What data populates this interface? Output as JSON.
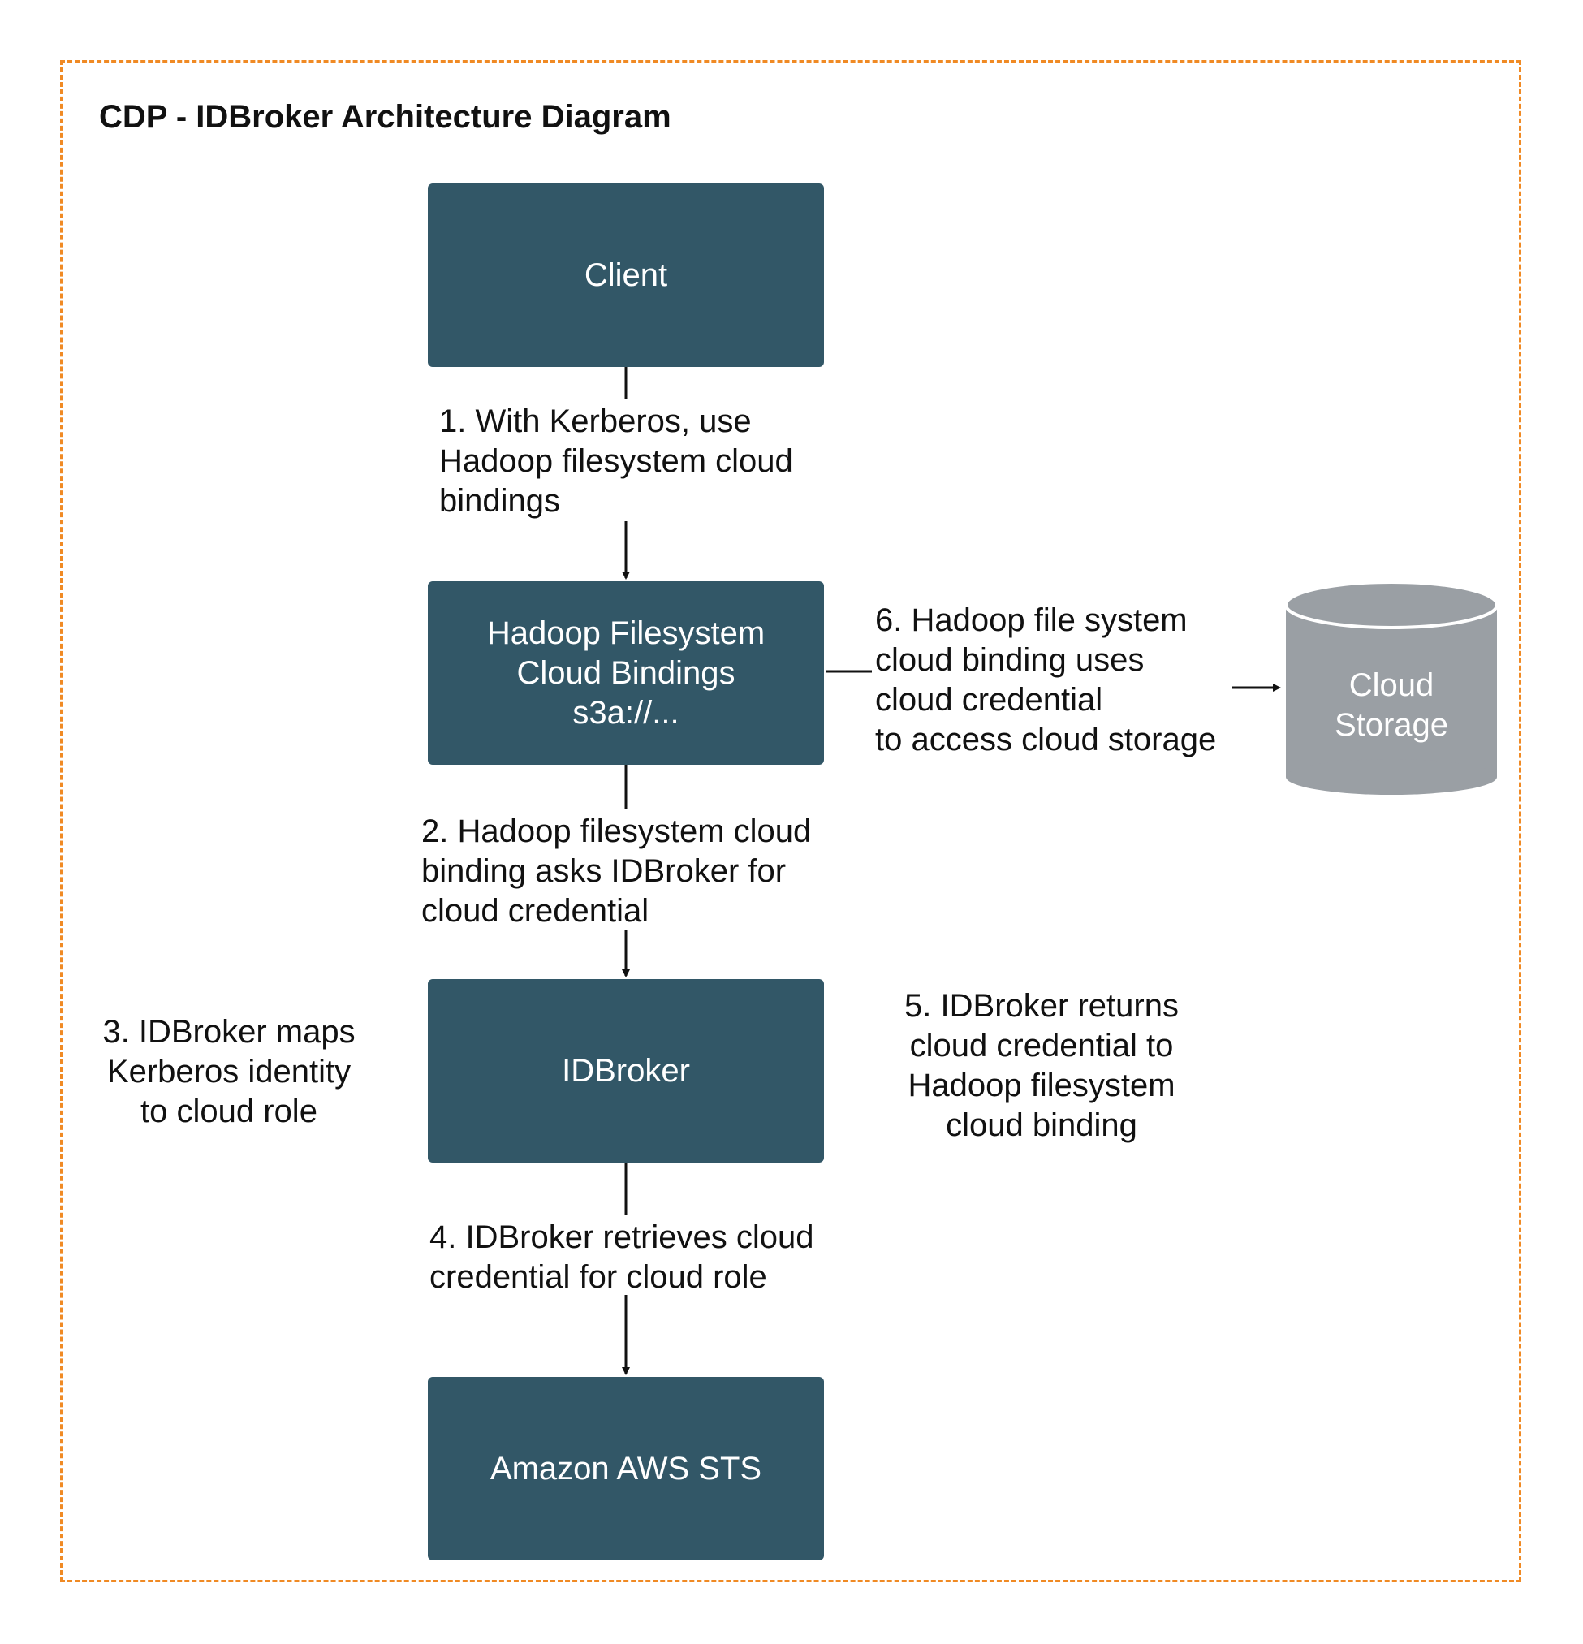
{
  "title": "CDP - IDBroker Architecture Diagram",
  "colors": {
    "frame": "#f08a24",
    "box": "#325767",
    "storage": "#9a9fa4",
    "box_text": "#ffffff",
    "text": "#111111"
  },
  "nodes": {
    "client": {
      "lines": [
        "Client"
      ]
    },
    "hadoop": {
      "lines": [
        "Hadoop Filesystem",
        "Cloud Bindings",
        "s3a://..."
      ]
    },
    "idbroker": {
      "lines": [
        "IDBroker"
      ]
    },
    "sts": {
      "lines": [
        "Amazon AWS STS"
      ]
    },
    "storage": {
      "lines": [
        "Cloud",
        "Storage"
      ]
    }
  },
  "steps": {
    "s1": [
      "1. With Kerberos, use",
      "Hadoop filesystem cloud",
      "bindings"
    ],
    "s2": [
      "2. Hadoop filesystem cloud",
      "binding asks IDBroker for",
      "cloud credential"
    ],
    "s3": [
      "3. IDBroker maps",
      "Kerberos identity",
      "to cloud role"
    ],
    "s4": [
      "4. IDBroker retrieves cloud",
      "credential for cloud role"
    ],
    "s5": [
      "5. IDBroker returns",
      "cloud credential to",
      "Hadoop filesystem",
      "cloud binding"
    ],
    "s6": [
      "6. Hadoop file system",
      "cloud binding uses",
      "cloud credential",
      "to access cloud storage"
    ]
  }
}
